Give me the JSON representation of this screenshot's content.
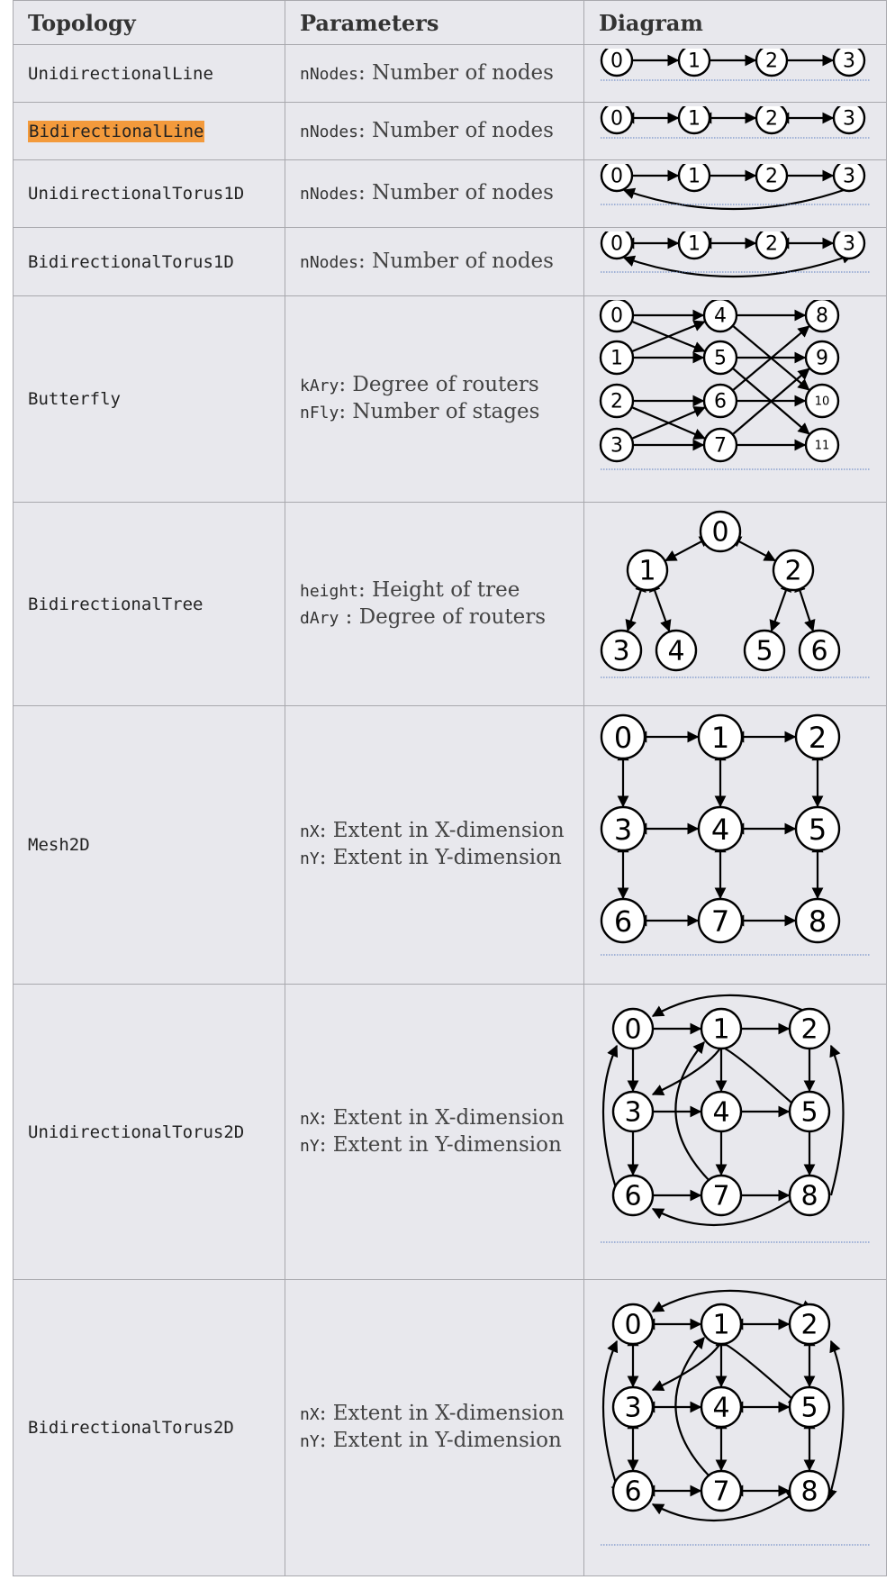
{
  "table": {
    "headers": [
      "Topology",
      "Parameters",
      "Diagram"
    ],
    "rows": [
      {
        "name": "UnidirectionalLine",
        "params": [
          {
            "code": "nNodes",
            "sep": ": ",
            "text": "Number of nodes"
          }
        ],
        "diagram": {
          "kind": "line",
          "bidirectional": false,
          "wrap": false,
          "nodes": [
            "0",
            "1",
            "2",
            "3"
          ]
        }
      },
      {
        "name": "BidirectionalLine",
        "highlighted": true,
        "params": [
          {
            "code": "nNodes",
            "sep": ": ",
            "text": "Number of nodes"
          }
        ],
        "diagram": {
          "kind": "line",
          "bidirectional": true,
          "wrap": false,
          "nodes": [
            "0",
            "1",
            "2",
            "3"
          ]
        }
      },
      {
        "name": "UnidirectionalTorus1D",
        "params": [
          {
            "code": "nNodes",
            "sep": ": ",
            "text": "Number of nodes"
          }
        ],
        "diagram": {
          "kind": "line",
          "bidirectional": false,
          "wrap": true,
          "nodes": [
            "0",
            "1",
            "2",
            "3"
          ]
        }
      },
      {
        "name": "BidirectionalTorus1D",
        "params": [
          {
            "code": "nNodes",
            "sep": ": ",
            "text": "Number of nodes"
          }
        ],
        "diagram": {
          "kind": "line",
          "bidirectional": true,
          "wrap": true,
          "nodes": [
            "0",
            "1",
            "2",
            "3"
          ]
        }
      },
      {
        "name": "Butterfly",
        "params": [
          {
            "code": "kAry",
            "sep": ": ",
            "text": "Degree of routers"
          },
          {
            "code": "nFly",
            "sep": ": ",
            "text": "Number of stages"
          }
        ],
        "diagram": {
          "kind": "butterfly",
          "nodes": [
            "0",
            "1",
            "2",
            "3",
            "4",
            "5",
            "6",
            "7",
            "8",
            "9",
            "10",
            "11"
          ],
          "edges": [
            [
              "0",
              "4"
            ],
            [
              "0",
              "5"
            ],
            [
              "1",
              "4"
            ],
            [
              "1",
              "5"
            ],
            [
              "2",
              "6"
            ],
            [
              "2",
              "7"
            ],
            [
              "3",
              "6"
            ],
            [
              "3",
              "7"
            ],
            [
              "4",
              "8"
            ],
            [
              "4",
              "10"
            ],
            [
              "5",
              "9"
            ],
            [
              "5",
              "11"
            ],
            [
              "6",
              "8"
            ],
            [
              "6",
              "10"
            ],
            [
              "7",
              "9"
            ],
            [
              "7",
              "11"
            ]
          ]
        }
      },
      {
        "name": "BidirectionalTree",
        "params": [
          {
            "code": "height",
            "sep": ": ",
            "text": "Height of tree"
          },
          {
            "code": "dAry",
            "sep": " : ",
            "text": "Degree of routers"
          }
        ],
        "diagram": {
          "kind": "tree",
          "nodes": [
            "0",
            "1",
            "2",
            "3",
            "4",
            "5",
            "6"
          ],
          "edges": [
            [
              "0",
              "1"
            ],
            [
              "0",
              "2"
            ],
            [
              "1",
              "3"
            ],
            [
              "1",
              "4"
            ],
            [
              "2",
              "5"
            ],
            [
              "2",
              "6"
            ]
          ]
        }
      },
      {
        "name": "Mesh2D",
        "params": [
          {
            "code": "nX",
            "sep": ": ",
            "text": "Extent in X-dimension"
          },
          {
            "code": "nY",
            "sep": ": ",
            "text": "Extent in Y-dimension"
          }
        ],
        "diagram": {
          "kind": "mesh",
          "nodes": [
            "0",
            "1",
            "2",
            "3",
            "4",
            "5",
            "6",
            "7",
            "8"
          ]
        }
      },
      {
        "name": "UnidirectionalTorus2D",
        "params": [
          {
            "code": "nX",
            "sep": ": ",
            "text": "Extent in X-dimension"
          },
          {
            "code": "nY",
            "sep": ": ",
            "text": "Extent in Y-dimension"
          }
        ],
        "diagram": {
          "kind": "torus2d",
          "bidirectional": false,
          "nodes": [
            "0",
            "1",
            "2",
            "3",
            "4",
            "5",
            "6",
            "7",
            "8"
          ]
        }
      },
      {
        "name": "BidirectionalTorus2D",
        "params": [
          {
            "code": "nX",
            "sep": ": ",
            "text": "Extent in X-dimension"
          },
          {
            "code": "nY",
            "sep": ": ",
            "text": "Extent in Y-dimension"
          }
        ],
        "diagram": {
          "kind": "torus2d",
          "bidirectional": true,
          "nodes": [
            "0",
            "1",
            "2",
            "3",
            "4",
            "5",
            "6",
            "7",
            "8"
          ]
        }
      }
    ]
  }
}
